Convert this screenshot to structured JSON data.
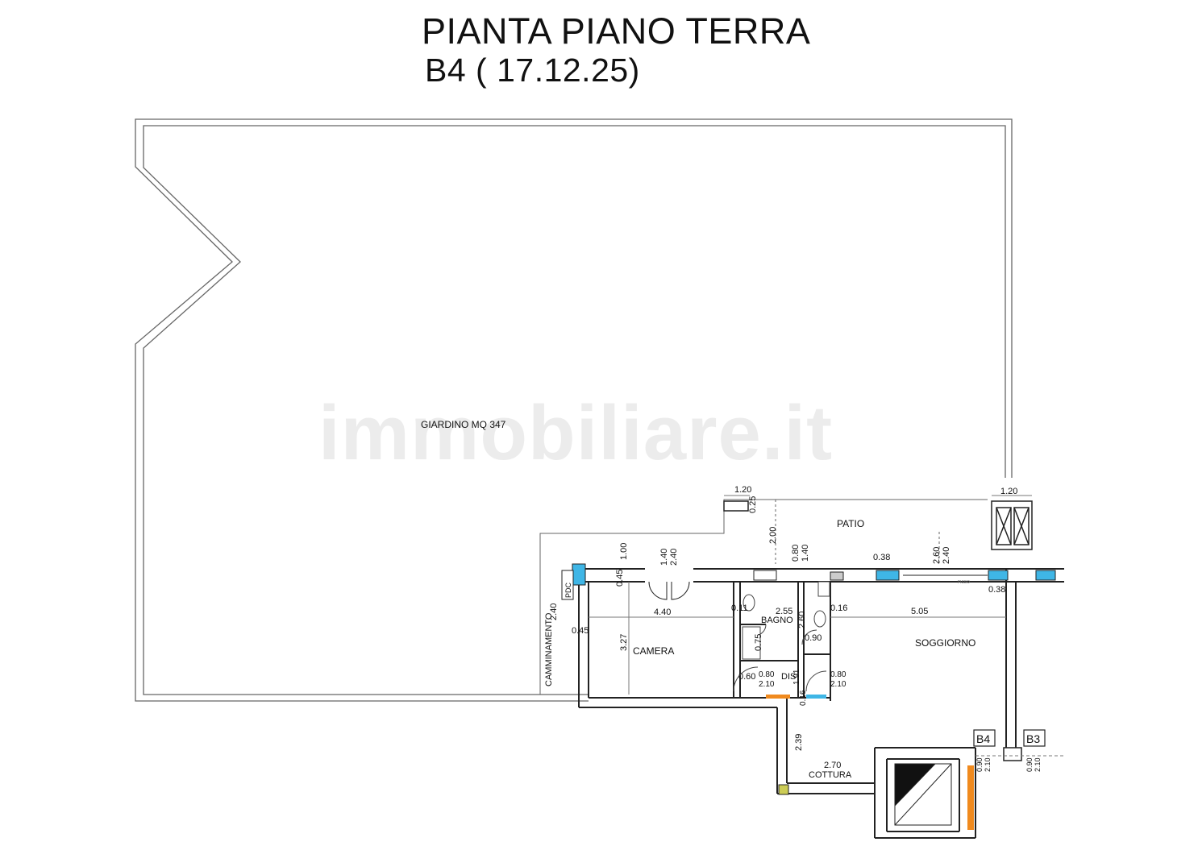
{
  "header": {
    "title": "PIANTA PIANO TERRA",
    "subtitle": "B4  ( 17.12.25)"
  },
  "watermark": "immobiliare.it",
  "rooms": {
    "giardino": "GIARDINO   MQ  347",
    "patio": "PATIO",
    "camera": "CAMERA",
    "bagno": "BAGNO",
    "dis": "DIS",
    "soggiorno": "SOGGIORNO",
    "cottura": "COTTURA",
    "camminamento": "CAMMINAMENTO",
    "pdc": "PDC",
    "unit_b4": "B4",
    "unit_b3": "B3",
    "fisso": "FISSO"
  },
  "dimensions": {
    "d_1_20_left": "1.20",
    "d_1_20_right": "1.20",
    "d_0_25": "0.25",
    "d_2_00": "2.00",
    "d_1_00": "1.00",
    "d_1_40": "1.40",
    "d_2_40_door": "2.40",
    "d_0_80": "0.80",
    "d_1_40b": "1.40",
    "d_0_38_top": "0.38",
    "d_2_60": "2.60",
    "d_2_40_win": "2.40",
    "d_0_38_right": "0.38",
    "d_0_45_top": "0.45",
    "d_2_40_side": "2.40",
    "d_0_45_side": "0.45",
    "d_4_40": "4.40",
    "d_0_11": "0.11",
    "d_2_55": "2.55",
    "d_2_60b": "2.60",
    "d_0_16": "0.16",
    "d_5_05": "5.05",
    "d_3_27": "3.27",
    "d_0_75": "0.75",
    "d_0_90": "0.90",
    "d_0_60": "0.60",
    "d_0_80_2_10a": "0.80",
    "d_2_10a": "2.10",
    "d_0_80_2_10b": "0.80",
    "d_2_10b": "2.10",
    "d_2_39": "2.39",
    "d_2_70": "2.70",
    "d_0_90_b4": "0.90",
    "d_2_10_b4": "2.10",
    "d_0_90_b3": "0.90",
    "d_2_10_b3": "2.10",
    "d_1_91": "1.91",
    "d_0_16b": "0.16"
  },
  "colors": {
    "line": "#555555",
    "wall": "#222222",
    "window_blue": "#3fb6e6",
    "accent_orange": "#f08a1e"
  }
}
